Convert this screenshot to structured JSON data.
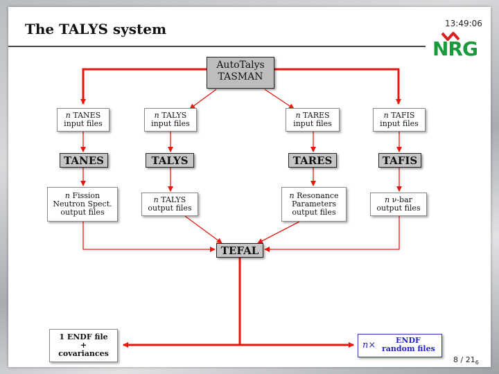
{
  "header": {
    "title": "The TALYS system",
    "clock": "13:49:06"
  },
  "logo": {
    "text": "NRG"
  },
  "diagram": {
    "auto": {
      "line1": "AutoTalys",
      "line2": "TASMAN"
    },
    "inputs": [
      {
        "n": "n",
        "name": "TANES",
        "line2": "input files"
      },
      {
        "n": "n",
        "name": "TALYS",
        "line2": "input files"
      },
      {
        "n": "n",
        "name": "TARES",
        "line2": "input files"
      },
      {
        "n": "n",
        "name": "TAFIS",
        "line2": "input files"
      }
    ],
    "codes": [
      "TANES",
      "TALYS",
      "TARES",
      "TAFIS"
    ],
    "outputs": [
      {
        "n": "n",
        "line1": "Fission",
        "line2": "Neutron Spect.",
        "line3": "output files"
      },
      {
        "n": "n",
        "line1": "TALYS",
        "line2": "output files"
      },
      {
        "n": "n",
        "line1": "Resonance",
        "line2": "Parameters",
        "line3": "output files"
      },
      {
        "n": "n",
        "line1": "ν-bar",
        "line2": "output files"
      }
    ],
    "tefal": "TEFAL",
    "endf": {
      "line1": "1 ENDF file",
      "line2": "+",
      "line3": "covariances"
    },
    "random": {
      "prefix": "n×",
      "line1": "ENDF",
      "line2": "random files"
    }
  },
  "footer": {
    "page": "8 / 21",
    "sub": "6"
  },
  "colors": {
    "arrow": "#e8160c",
    "box_gray": "#c6c6c6",
    "blue": "#2222cc"
  }
}
